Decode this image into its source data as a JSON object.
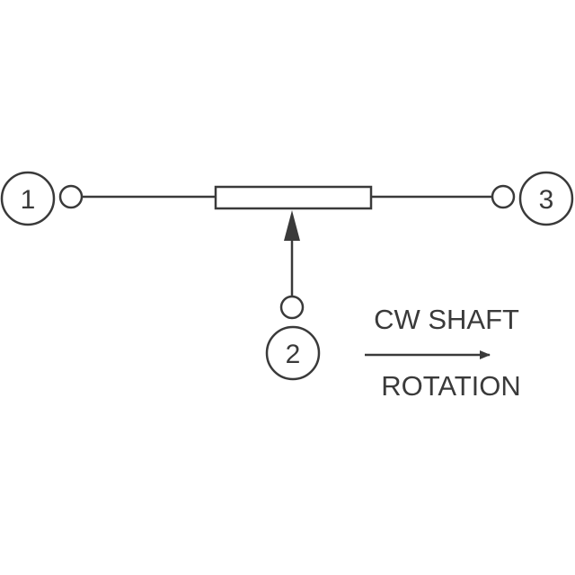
{
  "diagram": {
    "terminals": [
      {
        "id": "1",
        "label": "1"
      },
      {
        "id": "2",
        "label": "2"
      },
      {
        "id": "3",
        "label": "3"
      }
    ],
    "caption": {
      "line1": "CW SHAFT",
      "line2": "ROTATION"
    },
    "colors": {
      "stroke": "#3a3a3a",
      "background": "#ffffff"
    }
  }
}
